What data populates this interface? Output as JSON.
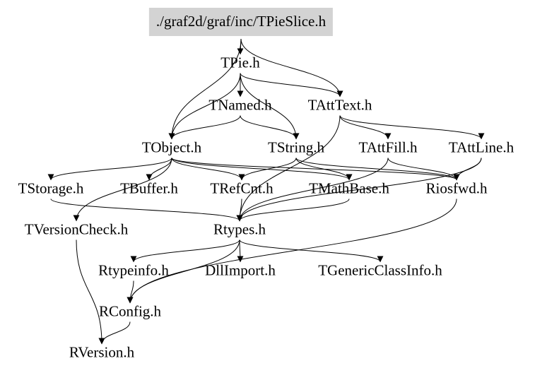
{
  "graph": {
    "root_fill": "#d3d3d3",
    "edge_color": "#000000",
    "nodes": [
      {
        "id": "root",
        "label": "./graf2d/graf/inc/TPieSlice.h"
      },
      {
        "id": "tpie",
        "label": "TPie.h"
      },
      {
        "id": "tnamed",
        "label": "TNamed.h"
      },
      {
        "id": "tatttext",
        "label": "TAttText.h"
      },
      {
        "id": "tobject",
        "label": "TObject.h"
      },
      {
        "id": "tstring",
        "label": "TString.h"
      },
      {
        "id": "tattfill",
        "label": "TAttFill.h"
      },
      {
        "id": "tattline",
        "label": "TAttLine.h"
      },
      {
        "id": "tstorage",
        "label": "TStorage.h"
      },
      {
        "id": "tbuffer",
        "label": "TBuffer.h"
      },
      {
        "id": "trefcnt",
        "label": "TRefCnt.h"
      },
      {
        "id": "tmathbase",
        "label": "TMathBase.h"
      },
      {
        "id": "riosfwd",
        "label": "Riosfwd.h"
      },
      {
        "id": "tversioncheck",
        "label": "TVersionCheck.h"
      },
      {
        "id": "rtypes",
        "label": "Rtypes.h"
      },
      {
        "id": "rtypeinfo",
        "label": "Rtypeinfo.h"
      },
      {
        "id": "dllimport",
        "label": "DllImport.h"
      },
      {
        "id": "tgenericclassinfo",
        "label": "TGenericClassInfo.h"
      },
      {
        "id": "rconfig",
        "label": "RConfig.h"
      },
      {
        "id": "rversion",
        "label": "RVersion.h"
      }
    ],
    "edges": [
      [
        "root",
        "tpie"
      ],
      [
        "root",
        "tobject"
      ],
      [
        "root",
        "tatttext"
      ],
      [
        "tpie",
        "tnamed"
      ],
      [
        "tpie",
        "tstring"
      ],
      [
        "tpie",
        "tatttext"
      ],
      [
        "tpie",
        "tobject"
      ],
      [
        "tnamed",
        "tobject"
      ],
      [
        "tnamed",
        "tstring"
      ],
      [
        "tatttext",
        "tattfill"
      ],
      [
        "tatttext",
        "tattline"
      ],
      [
        "tatttext",
        "rtypes"
      ],
      [
        "tobject",
        "tstorage"
      ],
      [
        "tobject",
        "tbuffer"
      ],
      [
        "tobject",
        "trefcnt"
      ],
      [
        "tobject",
        "tmathbase"
      ],
      [
        "tobject",
        "riosfwd"
      ],
      [
        "tobject",
        "tversioncheck"
      ],
      [
        "tstring",
        "trefcnt"
      ],
      [
        "tstring",
        "tmathbase"
      ],
      [
        "tstring",
        "riosfwd"
      ],
      [
        "tattfill",
        "riosfwd"
      ],
      [
        "tattfill",
        "rtypes"
      ],
      [
        "tattline",
        "riosfwd"
      ],
      [
        "tattline",
        "rtypes"
      ],
      [
        "tstorage",
        "rtypes"
      ],
      [
        "trefcnt",
        "rtypes"
      ],
      [
        "tmathbase",
        "rtypes"
      ],
      [
        "riosfwd",
        "rconfig"
      ],
      [
        "tversioncheck",
        "rversion"
      ],
      [
        "rtypes",
        "rtypeinfo"
      ],
      [
        "rtypes",
        "dllimport"
      ],
      [
        "rtypes",
        "tgenericclassinfo"
      ],
      [
        "rtypes",
        "rconfig"
      ],
      [
        "rtypeinfo",
        "rconfig"
      ],
      [
        "rconfig",
        "rversion"
      ]
    ]
  }
}
